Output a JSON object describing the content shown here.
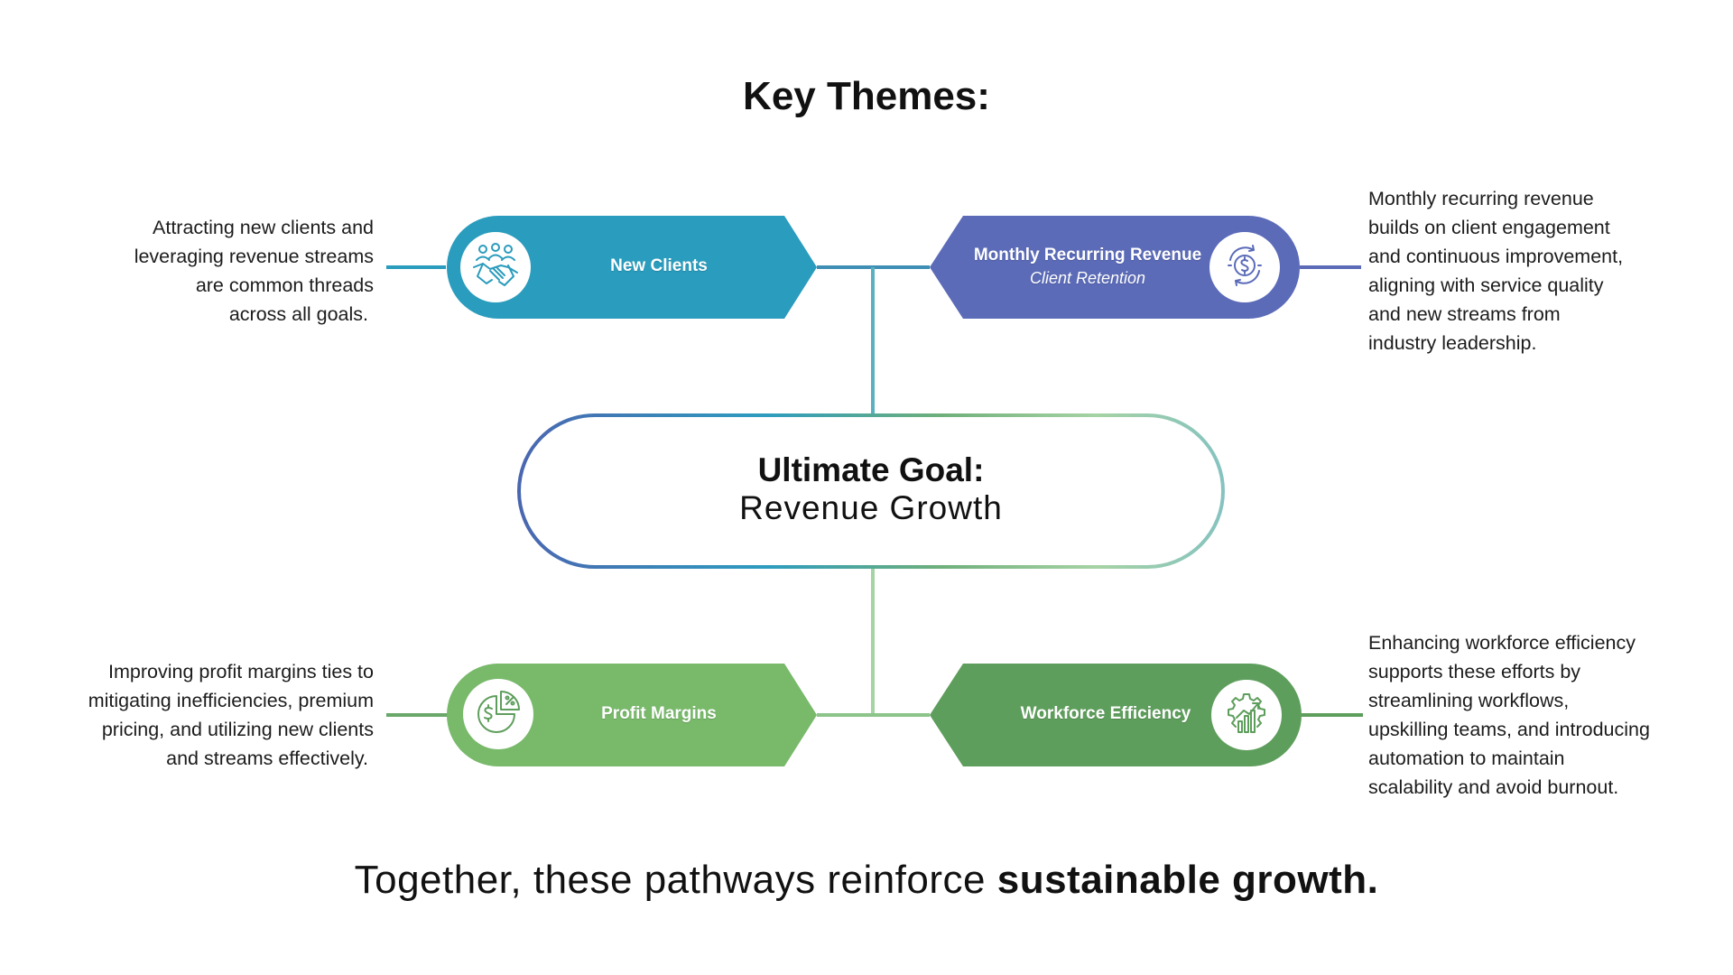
{
  "title": "Key Themes:",
  "goal": {
    "heading": "Ultimate Goal:",
    "subheading": "Revenue Growth"
  },
  "themes": {
    "new_clients": {
      "label": "New Clients",
      "color": "#2a9cbd",
      "icon": "handshake-group-icon",
      "description": [
        "Attracting new clients and",
        "leveraging revenue streams",
        "are common threads",
        "across all goals."
      ]
    },
    "mrr": {
      "label": "Monthly Recurring Revenue",
      "sublabel": "Client Retention",
      "color": "#5b6bb8",
      "icon": "dollar-cycle-icon",
      "description": [
        "Monthly recurring revenue",
        "builds on client engagement",
        "and continuous improvement,",
        "aligning with service quality",
        "and new streams from",
        "industry leadership."
      ]
    },
    "profit_margins": {
      "label": "Profit Margins",
      "color": "#78b96a",
      "icon": "pie-chart-dollar-icon",
      "description": [
        "Improving profit margins ties to",
        "mitigating inefficiencies, premium",
        "pricing, and utilizing new clients",
        "and streams effectively."
      ]
    },
    "workforce": {
      "label": "Workforce Efficiency",
      "color": "#5e9e5c",
      "icon": "gear-growth-icon",
      "description": [
        "Enhancing workforce efficiency",
        "supports these efforts by",
        "streamlining workflows,",
        "upskilling teams, and introducing",
        "automation to maintain",
        "scalability and avoid burnout."
      ]
    }
  },
  "footer": {
    "normal": "Together, these pathways reinforce ",
    "bold": "sustainable growth."
  }
}
